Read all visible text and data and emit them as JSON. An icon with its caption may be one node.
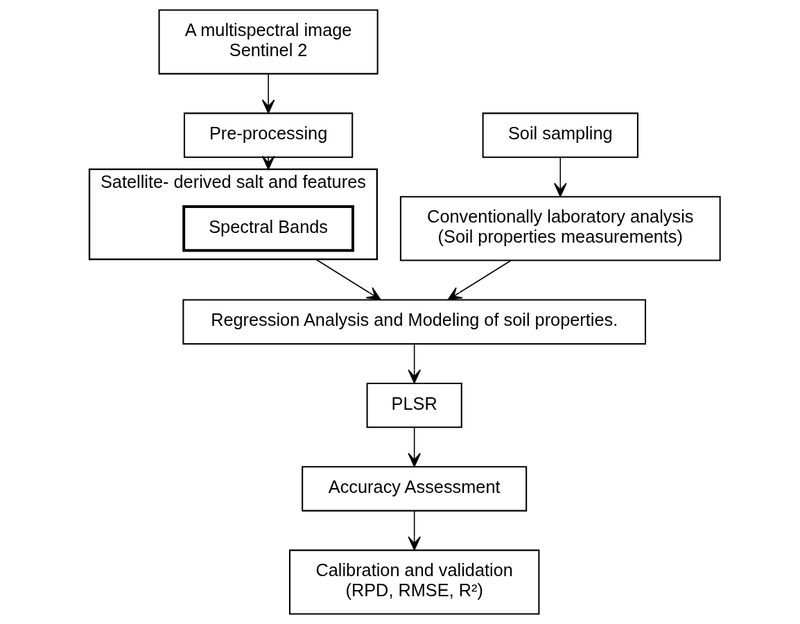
{
  "diagram": {
    "nodes": [
      {
        "text": [
          "A multispectral image",
          "Sentinel 2"
        ]
      },
      {
        "text": [
          "Soil sampling"
        ]
      },
      {
        "text": [
          "Pre-processing"
        ]
      },
      {
        "text": [
          "Conventionally laboratory analysis",
          "(Soil properties measurements)"
        ]
      },
      {
        "text": [
          "Satellite- derived salt and features"
        ]
      },
      {
        "text": [
          "Spectral Bands"
        ],
        "in": 4
      },
      {
        "text": [
          "Regression Analysis and Modeling of soil properties."
        ]
      },
      {
        "text": [
          "PLSR"
        ]
      },
      {
        "text": [
          "Accuracy Assessment"
        ]
      },
      {
        "text": [
          "Calibration and validation",
          "(RPD, RMSE, R²)"
        ]
      }
    ],
    "edges": [
      {
        "from": 0,
        "to": 2,
        "arrow": "to"
      },
      {
        "from": 1,
        "to": 3,
        "arrow": "to"
      },
      {
        "from": 2,
        "to": 4,
        "arrow": "to"
      },
      {
        "from": 4,
        "to": 6,
        "arrow": "to"
      },
      {
        "from": 3,
        "to": 6,
        "arrow": "to"
      },
      {
        "from": 6,
        "to": 7,
        "arrow": "to"
      },
      {
        "from": 7,
        "to": 8,
        "arrow": "to"
      },
      {
        "from": 8,
        "to": 9,
        "arrow": "to"
      }
    ]
  }
}
